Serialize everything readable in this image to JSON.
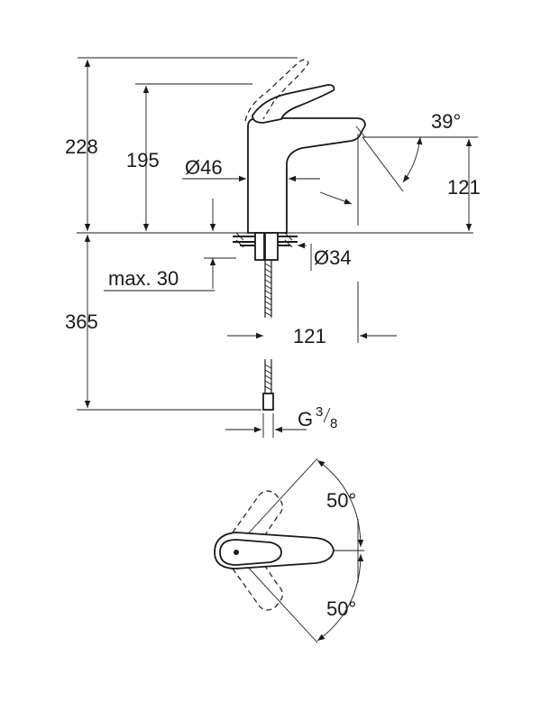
{
  "dimensions": {
    "height_total": "228",
    "height_spout": "195",
    "diameter_body": "Ø46",
    "angle_spout": "39°",
    "spout_height_right": "121",
    "diameter_hole": "Ø34",
    "max_thickness": "max. 30",
    "hose_length": "365",
    "projection": "121",
    "thread_letter": "G",
    "thread_num": "3",
    "thread_den": "8"
  },
  "lever_rotation": {
    "angle_up": "50°",
    "angle_down": "50°"
  }
}
